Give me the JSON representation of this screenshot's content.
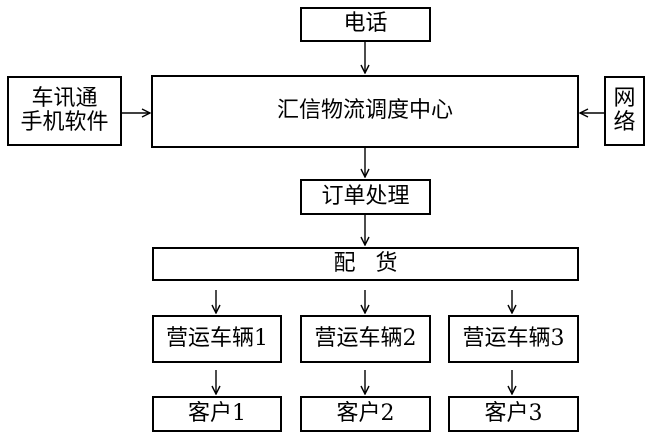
{
  "diagram": {
    "phone": "电话",
    "app_line1": "车讯通",
    "app_line2": "手机软件",
    "network_line1": "网",
    "network_line2": "络",
    "center": "汇信物流调度中心",
    "order": "订单处理",
    "distribution": "配货",
    "vehicles": [
      "营运车辆1",
      "营运车辆2",
      "营运车辆3"
    ],
    "customers": [
      "客户1",
      "客户2",
      "客户3"
    ]
  }
}
